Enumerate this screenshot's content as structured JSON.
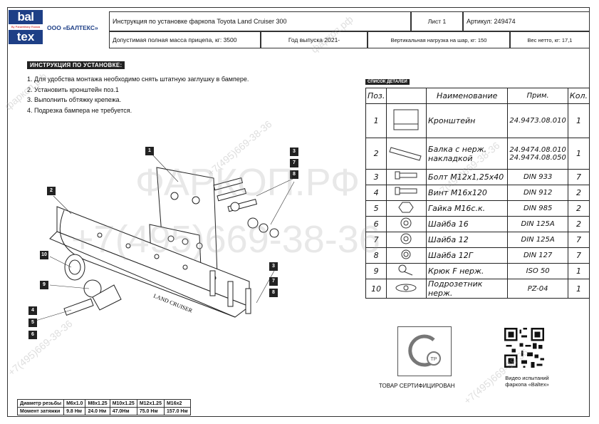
{
  "logo": {
    "line1": "bal",
    "line2": "tex",
    "tagline": "By Paramilitary Russia"
  },
  "company": "ООО «БАЛТЕКС»",
  "header": {
    "title": "Инструкция по установке фаркопа  Toyota Land Cruiser 300",
    "sheet": "Лист 1",
    "article_label": "Артикул:   249474",
    "trailer_mass": "Допустимая полная масса прицепа, кг: 3500",
    "year": "Год выпуска 2021-",
    "vertical_load": "Вертикальная нагрузка на шар, кг: 150",
    "net_weight": "Вес нетто, кг: 17,1"
  },
  "instructions": {
    "title": "ИНСТРУКЦИЯ ПО УСТАНОВКЕ:",
    "steps": [
      "1. Для удобства монтажа необходимо снять штатную заглушку в бампере.",
      "2. Установить кронштейн поз.1",
      "3. Выполнить обтяжку крепежа.",
      "4. Подрезка бампера не требуется."
    ]
  },
  "parts": {
    "title": "СПИСОК ДЕТАЛЕЙ",
    "headers": [
      "Поз.",
      "",
      "Наименование",
      "Прим.",
      "Кол."
    ],
    "rows": [
      {
        "pos": "1",
        "name": "Кронштейн",
        "art": "24.9473.08.010",
        "qty": "1"
      },
      {
        "pos": "2",
        "name": "Балка с нерж. накладкой",
        "art": "24.9474.08.010 24.9474.08.050",
        "qty": "1"
      },
      {
        "pos": "3",
        "name": "Болт М12х1,25х40",
        "art": "DIN 933",
        "qty": "7"
      },
      {
        "pos": "4",
        "name": "Винт М16х120",
        "art": "DIN 912",
        "qty": "2"
      },
      {
        "pos": "5",
        "name": "Гайка М16с.к.",
        "art": "DIN 985",
        "qty": "2"
      },
      {
        "pos": "6",
        "name": "Шайба 16",
        "art": "DIN 125A",
        "qty": "2"
      },
      {
        "pos": "7",
        "name": "Шайба 12",
        "art": "DIN 125A",
        "qty": "7"
      },
      {
        "pos": "8",
        "name": "Шайба 12Г",
        "art": "DIN 127",
        "qty": "7"
      },
      {
        "pos": "9",
        "name": "Крюк F нерж.",
        "art": "ISO 50",
        "qty": "1"
      },
      {
        "pos": "10",
        "name": "Подрозетник нерж.",
        "art": "PZ-04",
        "qty": "1"
      }
    ]
  },
  "torque": {
    "row1_label": "Диаметр резьбы",
    "row2_label": "Момент затяжки",
    "diameters": [
      "М6х1.0",
      "М8х1.25",
      "М10х1.25",
      "М12х1.25",
      "М16х2"
    ],
    "torques": [
      "9.8 Нм",
      "24.0 Нм",
      "47.0Нм",
      "75.0 Нм",
      "157.0 Нм"
    ]
  },
  "certificate": {
    "label": "ТОВАР СЕРТИФИЦИРОВАН",
    "mark": "ТР"
  },
  "qr": {
    "label": "Видео испытаний фаркопа «Baltex»"
  },
  "callouts": [
    "1",
    "2",
    "3",
    "7",
    "8",
    "10",
    "9",
    "4",
    "5",
    "6",
    "3",
    "7",
    "8"
  ],
  "bumper_text": "LAND CRUISER",
  "watermarks": {
    "site": "фаркоп.рф",
    "phone": "+7(495)669-38-36",
    "big_site": "ФАРКОП.РФ",
    "big_phone": "+7(495)669-38-36"
  }
}
